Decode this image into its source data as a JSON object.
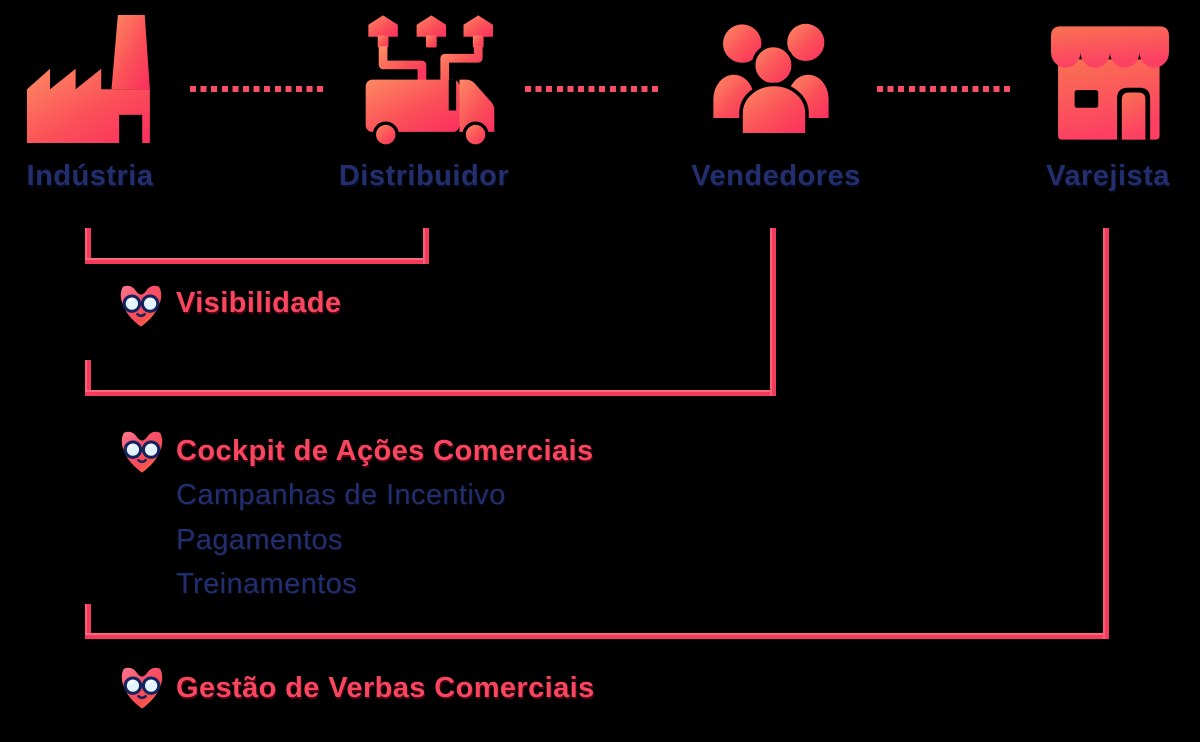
{
  "diagram": {
    "title": "Trade program flow diagram",
    "colors": {
      "background": "#000000",
      "accent_pink_text": "#F9465F",
      "bracket_line": "#F43B5C",
      "dotted_connector": "#FA4E66",
      "navy_text": "#232F6D",
      "icon_gradient_start": "#FD8A63",
      "icon_gradient_end": "#FB2E60"
    },
    "nodes": [
      {
        "id": "industria",
        "label": "Indústria",
        "icon": "factory-icon"
      },
      {
        "id": "distribuidor",
        "label": "Distribuidor",
        "icon": "distribution-truck-icon"
      },
      {
        "id": "vendedores",
        "label": "Vendedores",
        "icon": "people-group-icon"
      },
      {
        "id": "varejista",
        "label": "Varejista",
        "icon": "storefront-icon"
      }
    ],
    "connectors": [
      {
        "from": "industria",
        "to": "distribuidor",
        "style": "dotted"
      },
      {
        "from": "distribuidor",
        "to": "vendedores",
        "style": "dotted"
      },
      {
        "from": "vendedores",
        "to": "varejista",
        "style": "dotted"
      }
    ],
    "sections": [
      {
        "id": "visibilidade",
        "title": "Visibilidade",
        "spans": [
          "industria",
          "distribuidor"
        ],
        "items": []
      },
      {
        "id": "cockpit",
        "title": "Cockpit de Ações Comerciais",
        "spans": [
          "industria",
          "vendedores"
        ],
        "items": [
          "Campanhas de Incentivo",
          "Pagamentos",
          "Treinamentos"
        ]
      },
      {
        "id": "verbas",
        "title": "Gestão de Verbas Comerciais",
        "spans": [
          "industria",
          "varejista"
        ],
        "items": []
      }
    ],
    "mascot": "owl-glasses-mascot-icon"
  }
}
